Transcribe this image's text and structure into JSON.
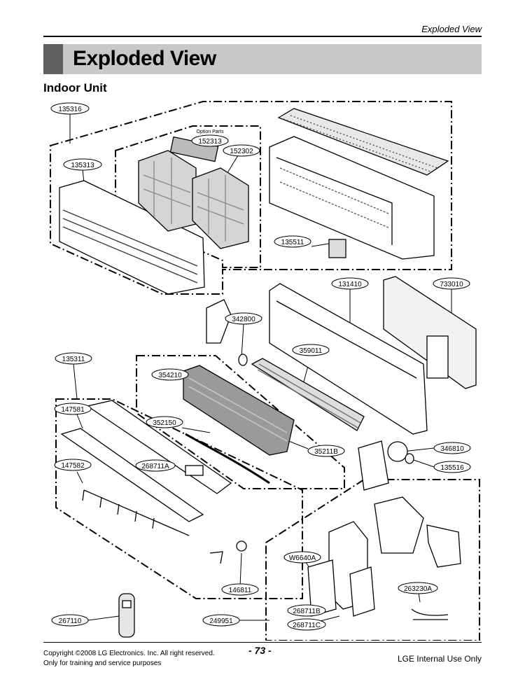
{
  "header": {
    "section": "Exploded View"
  },
  "title": "Exploded View",
  "subtitle": "Indoor Unit",
  "option_parts_label": "Option Parts",
  "part_labels": {
    "p135316": "135316",
    "p135313": "135313",
    "p152313": "152313",
    "p152302": "152302",
    "p135511": "135511",
    "p131410": "131410",
    "p733010": "733010",
    "p342800": "342800",
    "p359011": "359011",
    "p135311": "135311",
    "p354210": "354210",
    "p147581": "147581",
    "p352150": "352150",
    "p35211B": "35211B",
    "p346810": "346810",
    "p147582": "147582",
    "p268711A": "268711A",
    "p135516": "135516",
    "pW6640A": "W6640A",
    "p263230A": "263230A",
    "p146811": "146811",
    "p268711B": "268711B",
    "p267110": "267110",
    "p249951": "249951",
    "p268711C": "268711C"
  },
  "footer": {
    "copyright": "Copyright ©2008 LG Electronics. Inc. All right reserved.",
    "training": "Only for training and service purposes",
    "page_number": "- 73 -",
    "internal": "LGE Internal Use Only"
  }
}
